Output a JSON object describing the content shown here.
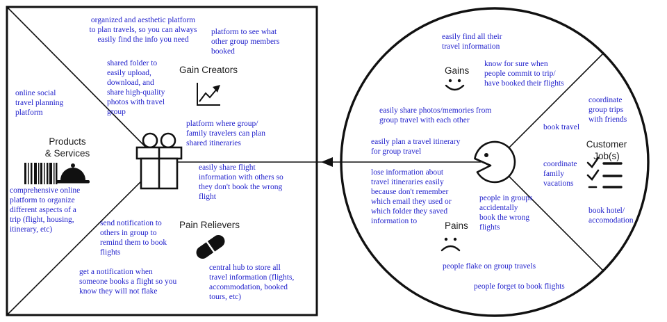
{
  "colors": {
    "annotation_blue": "#2222cc",
    "line_black": "#111111",
    "label_black": "#1d1d1d"
  },
  "value_map": {
    "labels": {
      "gain_creators": "Gain Creators",
      "products_services": "Products\n& Services",
      "pain_relievers": "Pain Relievers"
    },
    "notes": {
      "organized": "organized and aesthetic platform\nto plan travels, so you can always\neasily find the info you need",
      "see_booked": "platform to see what\nother group members\nbooked",
      "shared_folder": "shared folder to\neasily upload,\ndownload, and\nshare high-quality\nphotos with travel\ngroup",
      "shared_itineraries": "platform where group/\nfamily travelers can plan\nshared itineraries",
      "online_social": "online social\ntravel planning\nplatform",
      "comprehensive": "comprehensive online\nplatform to organize\ndifferent aspects of a\ntrip (flight, housing,\nitinerary, etc)",
      "share_flight_info": "easily share flight\ninformation with others so\nthey don't book the wrong\nflight",
      "send_notification": "send notification to\nothers in group to\nremind them to book\nflights",
      "get_notification": "get a notification when\nsomeone books a flight so you\nknow they will not flake",
      "central_hub": "central hub to store all\ntravel information (flights,\naccommodation, booked\ntours, etc)"
    }
  },
  "customer_profile": {
    "labels": {
      "gains": "Gains",
      "customer_jobs": "Customer\nJob(s)",
      "pains": "Pains"
    },
    "notes": {
      "find_info": "easily find all their\ntravel information",
      "know_commit": "know for sure when\npeople commit to trip/\nhave booked their flights",
      "coordinate_group": "coordinate\ngroup trips\nwith friends",
      "share_photos": "easily share photos/memories from\ngroup travel with each other",
      "book_travel": "book travel",
      "plan_itinerary": "easily plan a travel itinerary\nfor group travel",
      "coordinate_family": "coordinate\nfamily\nvacations",
      "lose_info": "lose information about\ntravel itineraries easily\nbecause don't remember\nwhich email they used or\nwhich folder they saved\ninformation to",
      "book_hotel": "book hotel/\naccomodation",
      "wrong_flights": "people in groups\naccidentally\nbook the wrong\nflights",
      "flake": "people flake on group travels",
      "forget_book": "people forget to book flights"
    }
  },
  "icons": {
    "value_map_center": "gift-icon",
    "gain_creators": "growth-chart-icon",
    "products_services": "barcode-icon, cloche-icon",
    "pain_relievers": "pill-icon",
    "gains": "smiley-face-icon",
    "customer_jobs": "checklist-icon",
    "pains": "sad-face-icon",
    "customer_profile_center": "head-profile-icon",
    "connector": "left-arrow-icon"
  }
}
